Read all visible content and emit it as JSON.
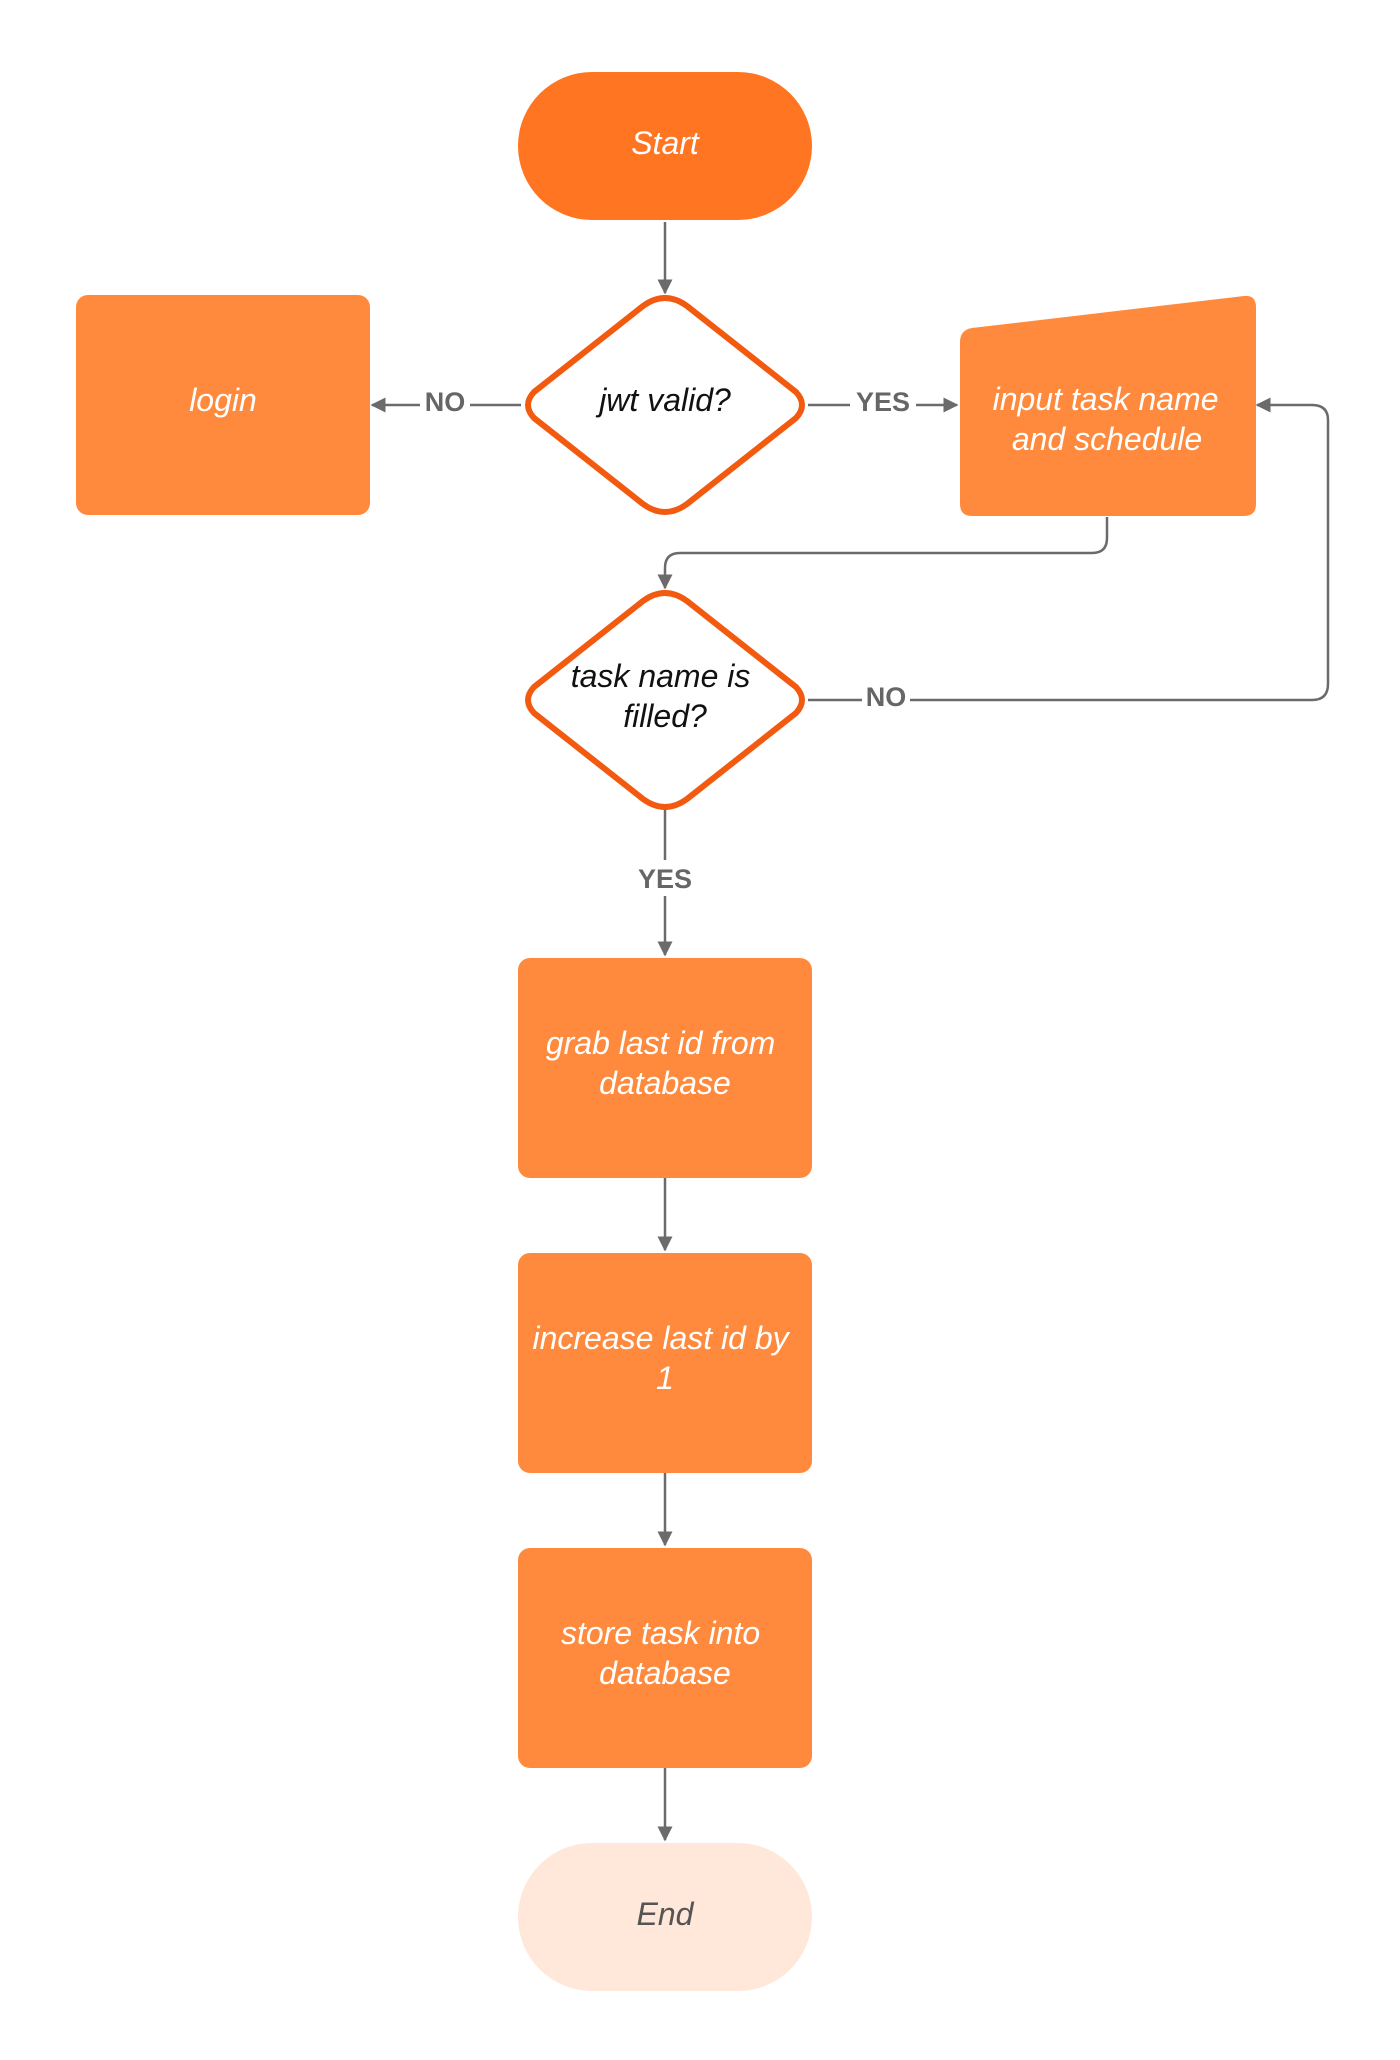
{
  "diagram": {
    "colors": {
      "terminal_start_fill": "#FF7522",
      "process_fill": "#FF8A3D",
      "decision_stroke": "#F25A0F",
      "decision_fill": "#FFFFFF",
      "terminal_end_fill": "#FFE7DA",
      "connector": "#6B6B6B",
      "text_light": "#FFFFFF",
      "text_dark": "#111111",
      "text_end": "#555555",
      "edge_label": "#666666"
    },
    "nodes": {
      "start": {
        "label": "Start",
        "shape": "terminal"
      },
      "jwt_valid": {
        "label": "jwt valid?",
        "shape": "decision"
      },
      "login": {
        "label": "login",
        "shape": "process"
      },
      "input_task": {
        "label_line1": "input task name",
        "label_line2": "and schedule",
        "shape": "manual-input"
      },
      "task_filled": {
        "label_line1": "task name is",
        "label_line2": "filled?",
        "shape": "decision"
      },
      "grab_id": {
        "label_line1": "grab last id from",
        "label_line2": "database",
        "shape": "process"
      },
      "increase_id": {
        "label_line1": "increase last id by",
        "label_line2": "1",
        "shape": "process"
      },
      "store_task": {
        "label_line1": "store task into",
        "label_line2": "database",
        "shape": "process"
      },
      "end": {
        "label": "End",
        "shape": "terminal"
      }
    },
    "edges": {
      "jwt_no": {
        "label": "NO"
      },
      "jwt_yes": {
        "label": "YES"
      },
      "filled_no": {
        "label": "NO"
      },
      "filled_yes": {
        "label": "YES"
      }
    }
  }
}
